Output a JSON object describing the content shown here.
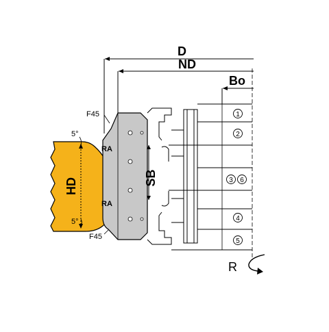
{
  "dimensions": {
    "d": "D",
    "nd": "ND",
    "bo": "Bo",
    "sb": "SB",
    "hd": "HD"
  },
  "angles": {
    "top": "5°",
    "bottom": "5°"
  },
  "chamfers": {
    "top": "F45",
    "bottom": "F45"
  },
  "radius_labels": {
    "top": "RA",
    "bottom": "RA"
  },
  "positions": {
    "p1": "1",
    "p2": "2",
    "p3": "3",
    "p6": "6",
    "p4": "4",
    "p5": "5"
  },
  "rotation": {
    "label": "R"
  },
  "colors": {
    "workpiece": "#f5b21a",
    "tool_body": "#c8c8c8",
    "line": "#000000"
  }
}
